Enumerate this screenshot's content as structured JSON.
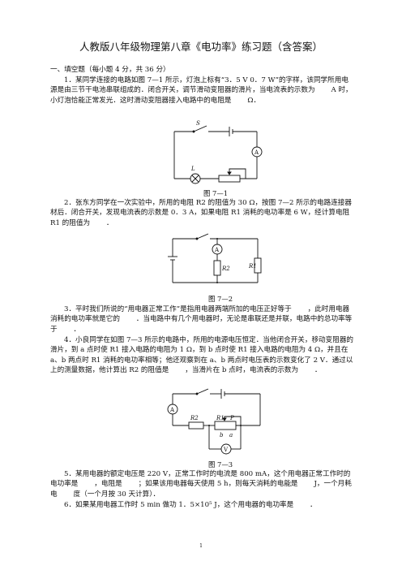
{
  "title": "人教版八年级物理第八章《电功率》练习题（含答案）",
  "section1": "一、填空题（每小题 4 分，共 36 分）",
  "q1": "1．某同学连接的电路如图 7—1 所示，灯泡上标有“3．5 V 0．7 W”的字样，该同学所用电源是由三节干电池串联组成的．闭合开关，调节滑动变阻器的滑片，当电流表的示数为 　　A 时，小灯泡恰能正常发光．这时滑动变阻器接入电路中的电阻是 　　Ω．",
  "fig1": {
    "caption": "图 7—1",
    "s": "S",
    "a": "A",
    "l": "L"
  },
  "q2": "2．张东方同学在一次实验中，所用的电阻 R2 的阻值为 30 Ω，按图 7—2 所示的电路连接器材后．闭合开关，发现电流表的示数是 0．3 A，如果电阻 R1 消耗的电功率是 6 W，经计算电阻 R1 的阻值为 　　．",
  "fig2": {
    "caption": "图 7—2",
    "a": "A",
    "r2": "R2",
    "r1": "R1"
  },
  "q3": "3．平时我们所说的“用电器正常工作”是指用电器两端所加的电压正好等于 　　，此时用电器消耗的电功率就是它的 　　．当电路中有几个用电器时，无论是串联还是并联，电路中的总功率等于 　　．",
  "q4": "4．小良同学在如图 7—3 所示的电路中，所用的电源电压恒定．当他闭合开关，移动变阻器的滑片，到 a 点时使 R1 接入电路的电阻为 1 Ω，到 b 点时使 R1 接入电路的电阻为 4 Ω，并且在 a、b 两点时 R1 消耗的电功率相等；他还观察到在 a、b 两点时电压表的示数变化了 2 V．通过以上的测量数据，他计算出 R2 的阻值是 　　，当滑片在 b 点时，电流表的示数为 　　．",
  "fig3": {
    "caption": "图 7—3",
    "a": "A",
    "r2": "R2",
    "r1": "R1",
    "p": "P",
    "pb": "b",
    "pa": "a",
    "v": "V"
  },
  "q5": "5．某用电器的额定电压是 220 V，正常工作时的电流是 800 mA，这个用电器正常工作时的电功率是 　　，电阻是 　　；如果该用电器每天使用 5 h，则每天消耗的电能是 　　J，一个月耗电 　　度（一个月按 30 天计算）．",
  "q6": "6．如果某用电器工作时 5 min 做功 1．5×10⁵ J，这个用电器的电功率是 　　．",
  "page": "1"
}
